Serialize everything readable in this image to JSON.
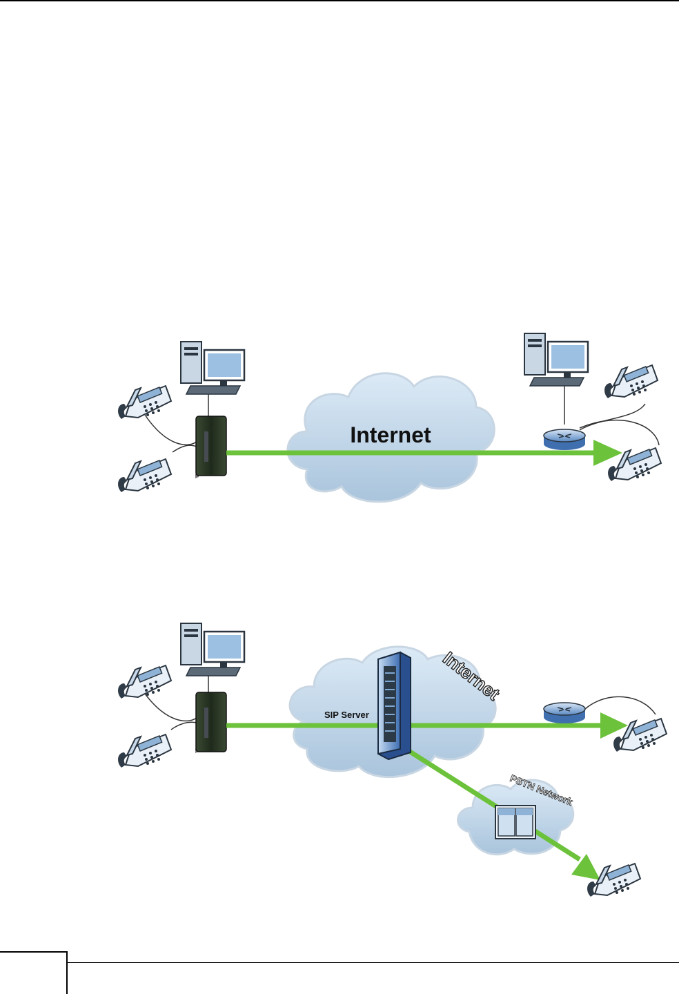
{
  "diagram1": {
    "cloud_label": "Internet"
  },
  "diagram2": {
    "cloud_label": "Internet",
    "server_label": "SIP Server",
    "pstn_label": "PSTN Network"
  },
  "footer": {
    "page_number": ""
  }
}
